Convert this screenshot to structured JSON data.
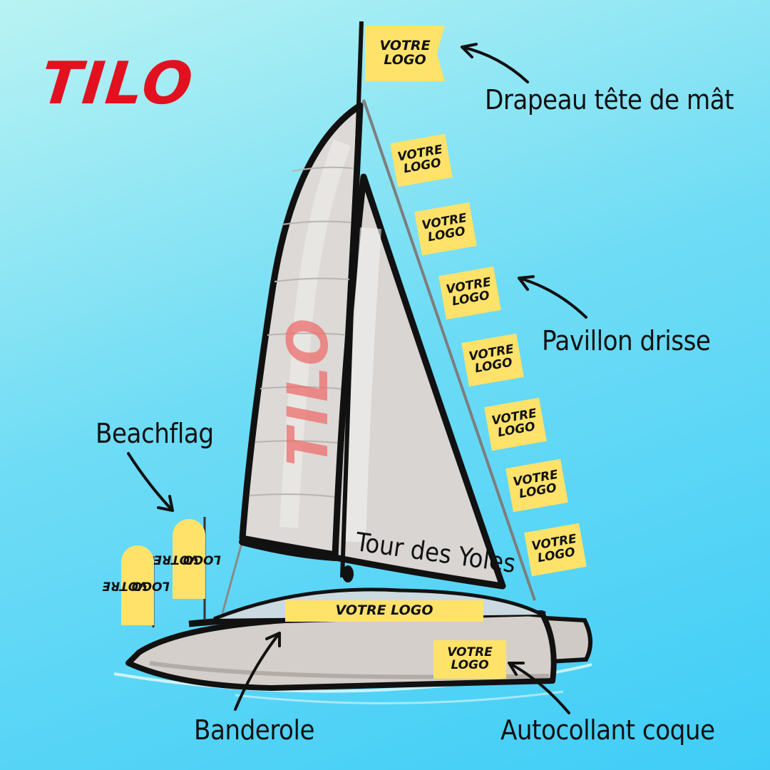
{
  "brand": {
    "name": "TILO",
    "color": "#e2111f"
  },
  "sail": {
    "brand_text": "TILO",
    "caption": "Tour des Yoles"
  },
  "logo_placeholder": {
    "line1": "VOTRE",
    "line2": "LOGO",
    "full": "VOTRE LOGO"
  },
  "callouts": {
    "mast_flag": "Drapeau tête de mât",
    "halyard_flags": "Pavillon drisse",
    "beachflag": "Beachflag",
    "banner": "Banderole",
    "hull_sticker": "Autocollant coque"
  },
  "colors": {
    "background_top": "#b9f3f3",
    "background_bottom": "#3fcdf7",
    "logo_yellow": "#ffe26a",
    "sail_grey": "#d9d6d3"
  },
  "icons": [
    "arrow-icon",
    "catamaran-illustration",
    "flag-icon",
    "beachflag-icon"
  ]
}
